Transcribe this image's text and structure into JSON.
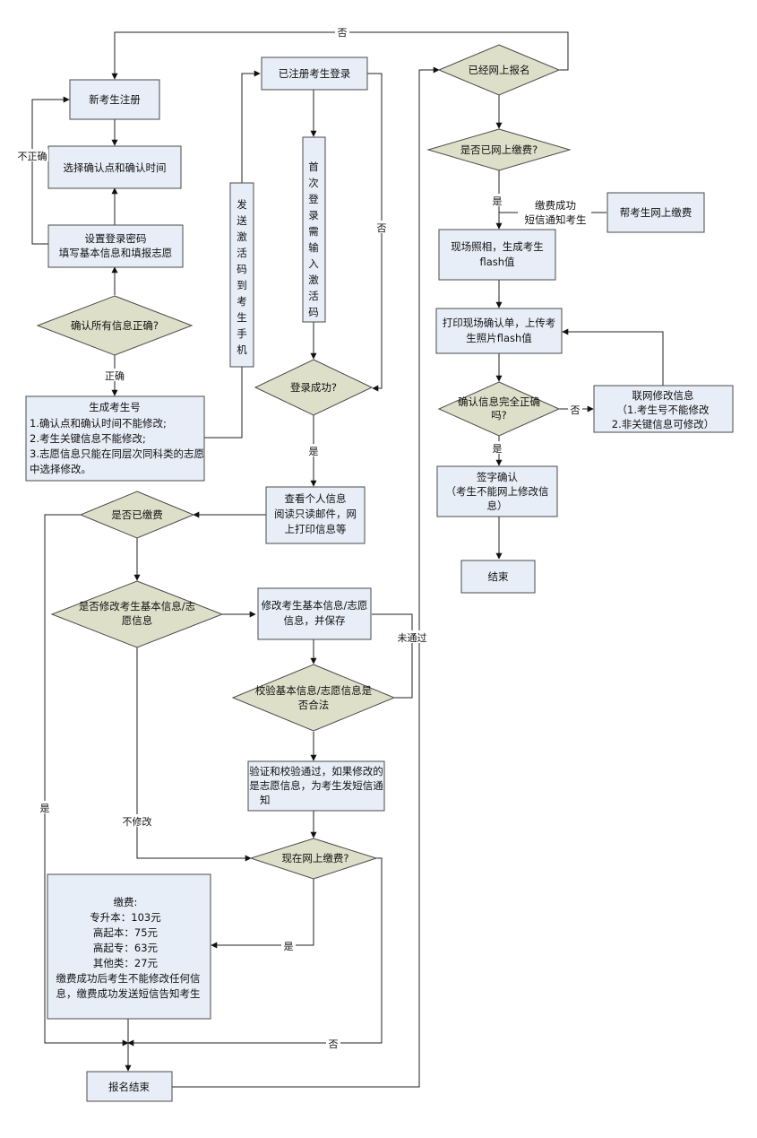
{
  "nodes": {
    "new_reg": "新考生注册",
    "select_point": "选择确认点和确认时间",
    "set_password": [
      "设置登录密码",
      "填写基本信息和填报志愿"
    ],
    "confirm_all": "确认所有信息正确?",
    "gen_id": [
      "生成考生号",
      "1.确认点和确认时间不能修改;",
      "2.考生关键信息不能修改;",
      "3.志愿信息只能在同层次同科类的志愿",
      "中选择修改。"
    ],
    "send_code": [
      "发",
      "送",
      "激",
      "活",
      "码",
      "到",
      "考",
      "生",
      "手",
      "机"
    ],
    "registered_login": "已注册考生登录",
    "first_login": [
      "首",
      "次",
      "登",
      "录",
      "需",
      "输",
      "入",
      "激",
      "活",
      "码"
    ],
    "login_ok": "登录成功?",
    "view_info": [
      "查看个人信息",
      "阅读只读邮件，网",
      "上打印信息等"
    ],
    "is_paid": "是否已缴费",
    "modify_q": [
      "是否修改考生基本信息/志",
      "愿信息"
    ],
    "modify_save": [
      "修改考生基本信息/志愿",
      "信息，并保存"
    ],
    "validate": [
      "校验基本信息/志愿信息是",
      "否合法"
    ],
    "verified": [
      "验证和校验通过，如果修改的",
      "是志愿信息，为考生发短信通",
      "知"
    ],
    "pay_now": "现在网上缴费?",
    "fee": [
      "缴费:",
      "专升本：103元",
      "高起本：75元",
      "高起专：63元",
      "其他类：27元",
      "缴费成功后考生不能修改任何信",
      "息，缴费成功发送短信告知考生"
    ],
    "reg_end": "报名结束",
    "online_reg": "已经网上报名",
    "online_paid": "是否已网上缴费?",
    "help_pay": "帮考生网上缴费",
    "pay_success_note": [
      "缴费成功",
      "短信通知考生"
    ],
    "photo": [
      "现场照相，生成考生",
      "flash值"
    ],
    "print_confirm": [
      "打印现场确认单，上传考",
      "生照片flash值"
    ],
    "confirm_complete": [
      "确认信息完全正确",
      "吗?"
    ],
    "online_modify": [
      "联网修改信息",
      "（1.考生号不能修改",
      "2.非关键信息可修改）"
    ],
    "sign": [
      "签字确认",
      "（考生不能网上修改信",
      "息）"
    ],
    "end": "结束"
  },
  "labels": {
    "no_top": "否",
    "incorrect": "不正确",
    "correct": "正确",
    "no_login": "否",
    "yes_login": "是",
    "yes_paid": "是",
    "not_passed": "未通过",
    "no_modify": "不修改",
    "yes_pay": "是",
    "no_pay": "否",
    "yes_online_paid": "是",
    "no_confirm": "否",
    "yes_confirm": "是"
  }
}
